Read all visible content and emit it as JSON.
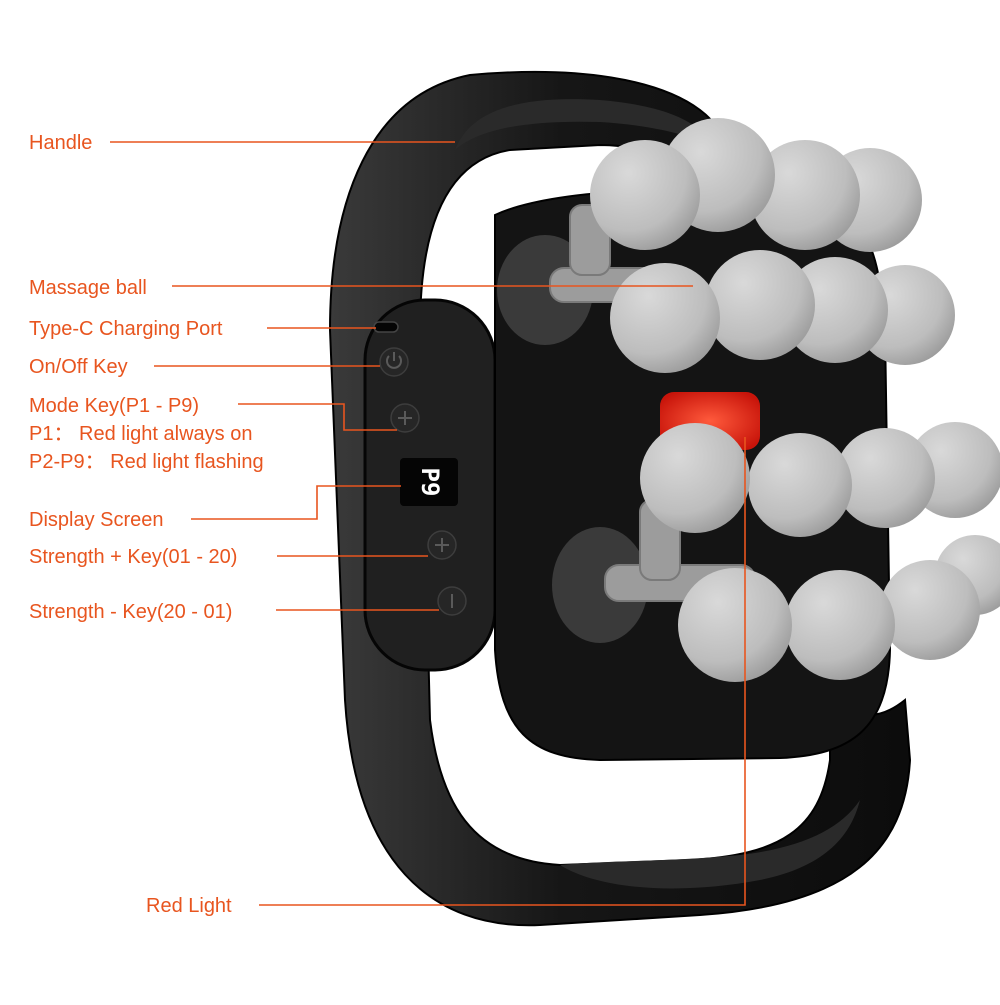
{
  "colors": {
    "label": "#e8551f",
    "body": "#1a1a1a",
    "ball": "#c4c4c4",
    "arm": "#9a9a9a",
    "red_light": "#e11f12",
    "display_text": "#ffffff"
  },
  "labels": {
    "handle": "Handle",
    "massage_ball": "Massage ball",
    "type_c_port": "Type-C Charging Port",
    "on_off_key": "On/Off Key",
    "mode_key": "Mode Key(P1 - P9)",
    "p1_note": "P1：  Red light always on",
    "p2_p9_note": "P2-P9：  Red light flashing",
    "display_screen": "Display Screen",
    "strength_plus": "Strength + Key(01 - 20)",
    "strength_minus": "Strength -  Key(20 - 01)",
    "red_light": "Red Light"
  },
  "display": {
    "reading": "P9"
  }
}
